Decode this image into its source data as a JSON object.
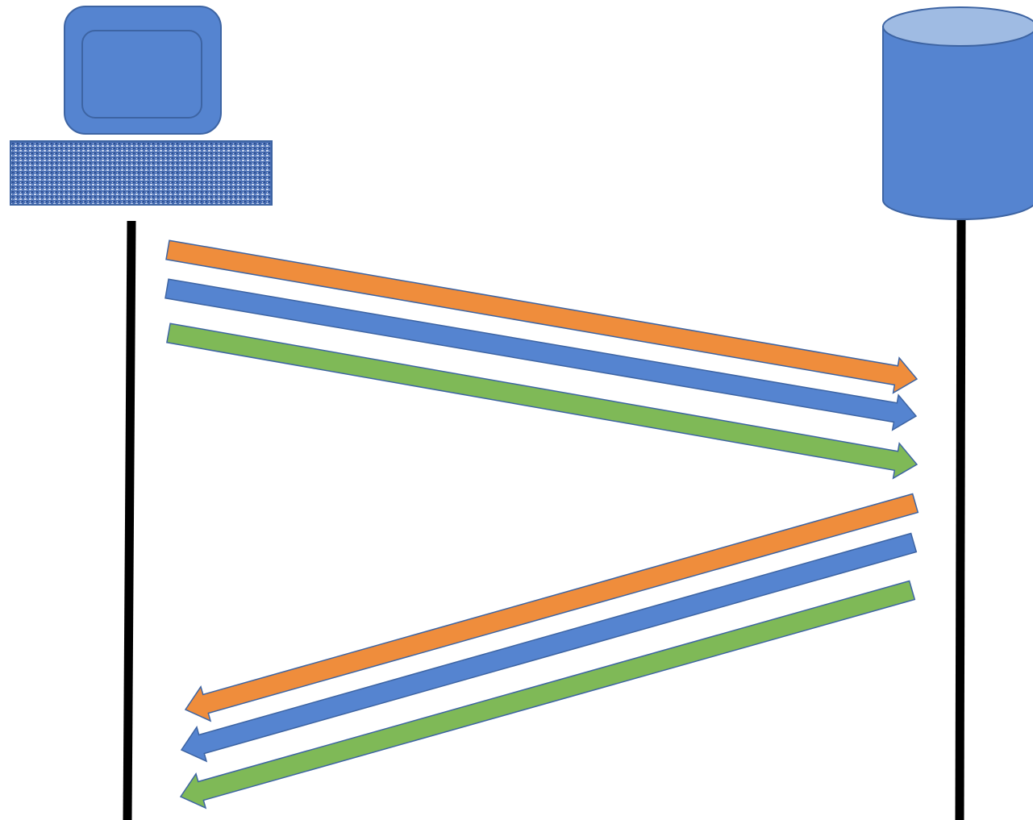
{
  "diagram": {
    "nodes": [
      {
        "id": "client",
        "icon": "computer-icon"
      },
      {
        "id": "server",
        "icon": "database-icon"
      }
    ],
    "colors": {
      "node_fill": "#5584d0",
      "node_stroke": "#3d64a3",
      "cylinder_top": "#9fbbe3",
      "lifeline": "#000000",
      "keyboard": "#4a6fb5"
    },
    "requests": [
      {
        "from": "client",
        "to": "server",
        "color": "#ef8d3c"
      },
      {
        "from": "client",
        "to": "server",
        "color": "#5584d0"
      },
      {
        "from": "client",
        "to": "server",
        "color": "#7fb957"
      }
    ],
    "responses": [
      {
        "from": "server",
        "to": "client",
        "color": "#ef8d3c"
      },
      {
        "from": "server",
        "to": "client",
        "color": "#5584d0"
      },
      {
        "from": "server",
        "to": "client",
        "color": "#7fb957"
      }
    ],
    "arrow_stroke": "#3d64a3"
  }
}
